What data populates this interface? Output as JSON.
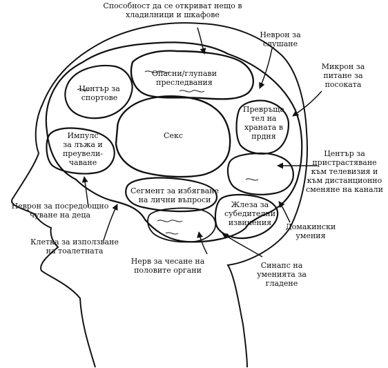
{
  "labels": {
    "ability_find": "Способност да се откриват нещо в\nхладилници и шкафове",
    "neuron_listen": "Неврон за\nслушане",
    "micron_shoes": "Микрон за\nпитане за\nпосоката",
    "dangerous": "Опасни/глупави\nпреследвания",
    "sports": "Център за\nспортове",
    "sex": "Секс",
    "turner": "Превръща\nтел на\nхраната в\nпрдня",
    "impulse": "Импулс\nза лъжа и\nпреувели-\nчаване",
    "tv_center": "Център за\nпристрастяване\nкъм телевизия и\nкъм дистанционно\nсменяне на канали",
    "avoid_segment": "Сегмент за избягване\nна лични въпроси",
    "gland": "Жлеза за\nсубедителни\nизвинения",
    "neuron_kids": "Неврон за посредоощно\nчуване на деца",
    "home_skills": "Домакински\nумения",
    "toilet": "Клетка за използване\nна тоалетната",
    "scratch": "Нерв за чесане на\nполовите органи",
    "synapse": "Синапс на\nуменията за\nгладене"
  }
}
